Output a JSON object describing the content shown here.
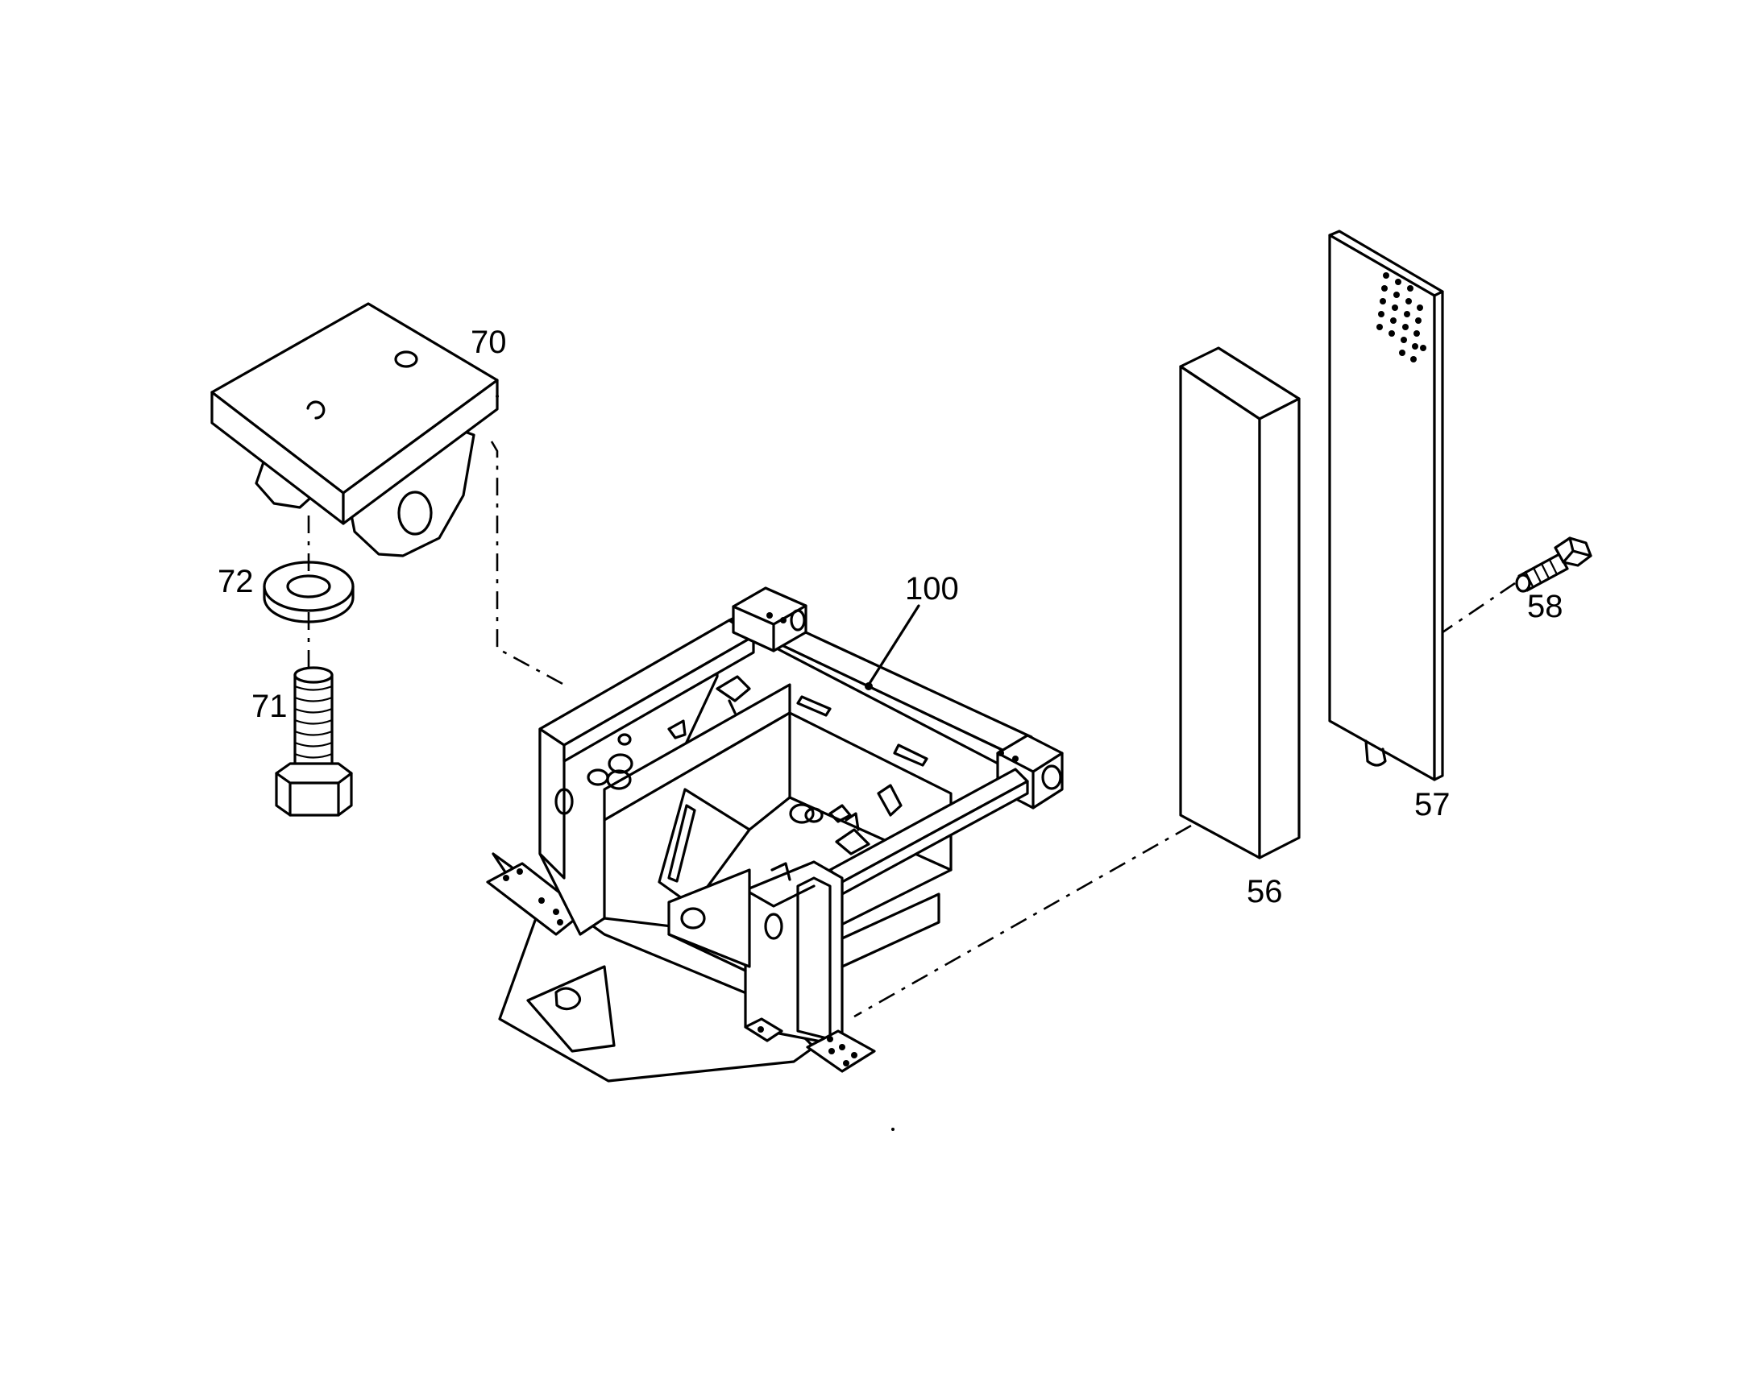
{
  "callouts": {
    "p56": "56",
    "p57": "57",
    "p58": "58",
    "p70": "70",
    "p71": "71",
    "p72": "72",
    "p100": "100"
  }
}
